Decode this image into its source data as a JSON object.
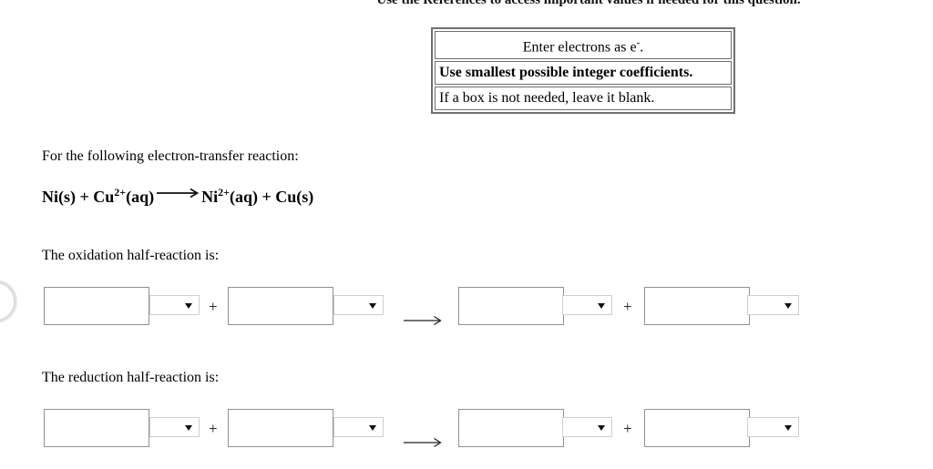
{
  "header": {
    "note": "Use the References to access important values if needed for this question."
  },
  "instructions": {
    "row1_pre": "Enter electrons as e",
    "row1_sup": "-",
    "row1_post": ".",
    "row2": "Use smallest possible integer coefficients.",
    "row3": "If a box is not needed, leave it blank."
  },
  "question": {
    "prompt": "For the following electron-transfer reaction:",
    "equation": {
      "lhs1": "Ni(s)",
      "op1": "+",
      "lhs2_base": "Cu",
      "lhs2_charge": "2+",
      "lhs2_state": "(aq)",
      "rhs1_base": "Ni",
      "rhs1_charge": "2+",
      "rhs1_state": "(aq)",
      "op2": "+",
      "rhs2": "Cu(s)"
    }
  },
  "symbols": {
    "plus": "+"
  },
  "oxidation": {
    "label": "The oxidation half-reaction is:",
    "terms": [
      {
        "formula": "",
        "state": ""
      },
      {
        "formula": "",
        "state": ""
      },
      {
        "formula": "",
        "state": ""
      },
      {
        "formula": "",
        "state": ""
      }
    ]
  },
  "reduction": {
    "label": "The reduction half-reaction is:",
    "terms": [
      {
        "formula": "",
        "state": ""
      },
      {
        "formula": "",
        "state": ""
      },
      {
        "formula": "",
        "state": ""
      },
      {
        "formula": "",
        "state": ""
      }
    ]
  }
}
